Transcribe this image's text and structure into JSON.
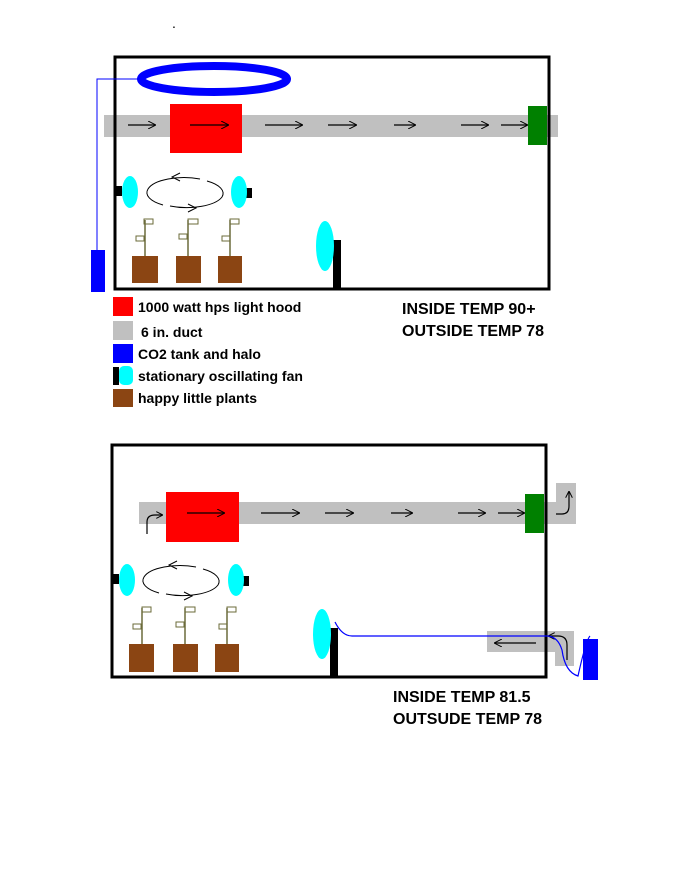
{
  "stray_mark": ".",
  "legend": [
    {
      "label": "1000 watt hps light hood",
      "color": "#ff0000"
    },
    {
      "label": "6 in. duct",
      "color": "#c0c0c0"
    },
    {
      "label": "CO2 tank and halo",
      "color": "#0000ff"
    },
    {
      "label": "stationary oscillating fan",
      "color": "#00ffff"
    },
    {
      "label": "happy little plants",
      "color": "#8b4513"
    }
  ],
  "diagram1": {
    "inside_temp": "INSIDE TEMP 90+",
    "outside_temp": "OUTSIDE TEMP 78"
  },
  "diagram2": {
    "inside_temp": "INSIDE TEMP 81.5",
    "outside_temp": "OUTSUDE TEMP 78"
  },
  "colors": {
    "light_hood": "#ff0000",
    "duct": "#c0c0c0",
    "co2": "#0000ff",
    "fan": "#00ffff",
    "plant_pot": "#8b4513",
    "exhaust_fan": "#008000",
    "outline": "#000000"
  }
}
